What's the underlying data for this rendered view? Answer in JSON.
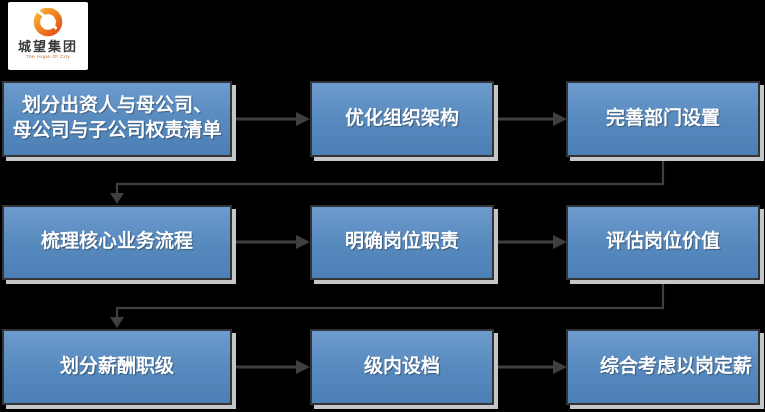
{
  "logo": {
    "company_name": "城望集团",
    "tagline": "The Hope Of City",
    "icon": "orange-swirl-icon"
  },
  "flowchart": {
    "steps": [
      {
        "label": "划分出资人与母公司、\n母公司与子公司权责清单"
      },
      {
        "label": "优化组织架构"
      },
      {
        "label": "完善部门设置"
      },
      {
        "label": "梳理核心业务流程"
      },
      {
        "label": "明确岗位职责"
      },
      {
        "label": "评估岗位价值"
      },
      {
        "label": "划分薪酬职级"
      },
      {
        "label": "级内设档"
      },
      {
        "label": "综合考虑以岗定薪"
      }
    ],
    "flow_order": "left-to-right per row, rightmost box connects down-left to first box of next row"
  },
  "colors": {
    "background": "#000000",
    "box_fill_top": "#6d9bce",
    "box_fill_bottom": "#4c7fb3",
    "box_border": "#343434",
    "box_shadow": "#c4c7c9",
    "box_text": "#ffffff",
    "connector": "#3f3f3f",
    "logo_orange": "#e4611c",
    "logo_yellow": "#f5a623",
    "logo_text": "#3b3b3b",
    "logo_tagline": "#c8601f"
  }
}
